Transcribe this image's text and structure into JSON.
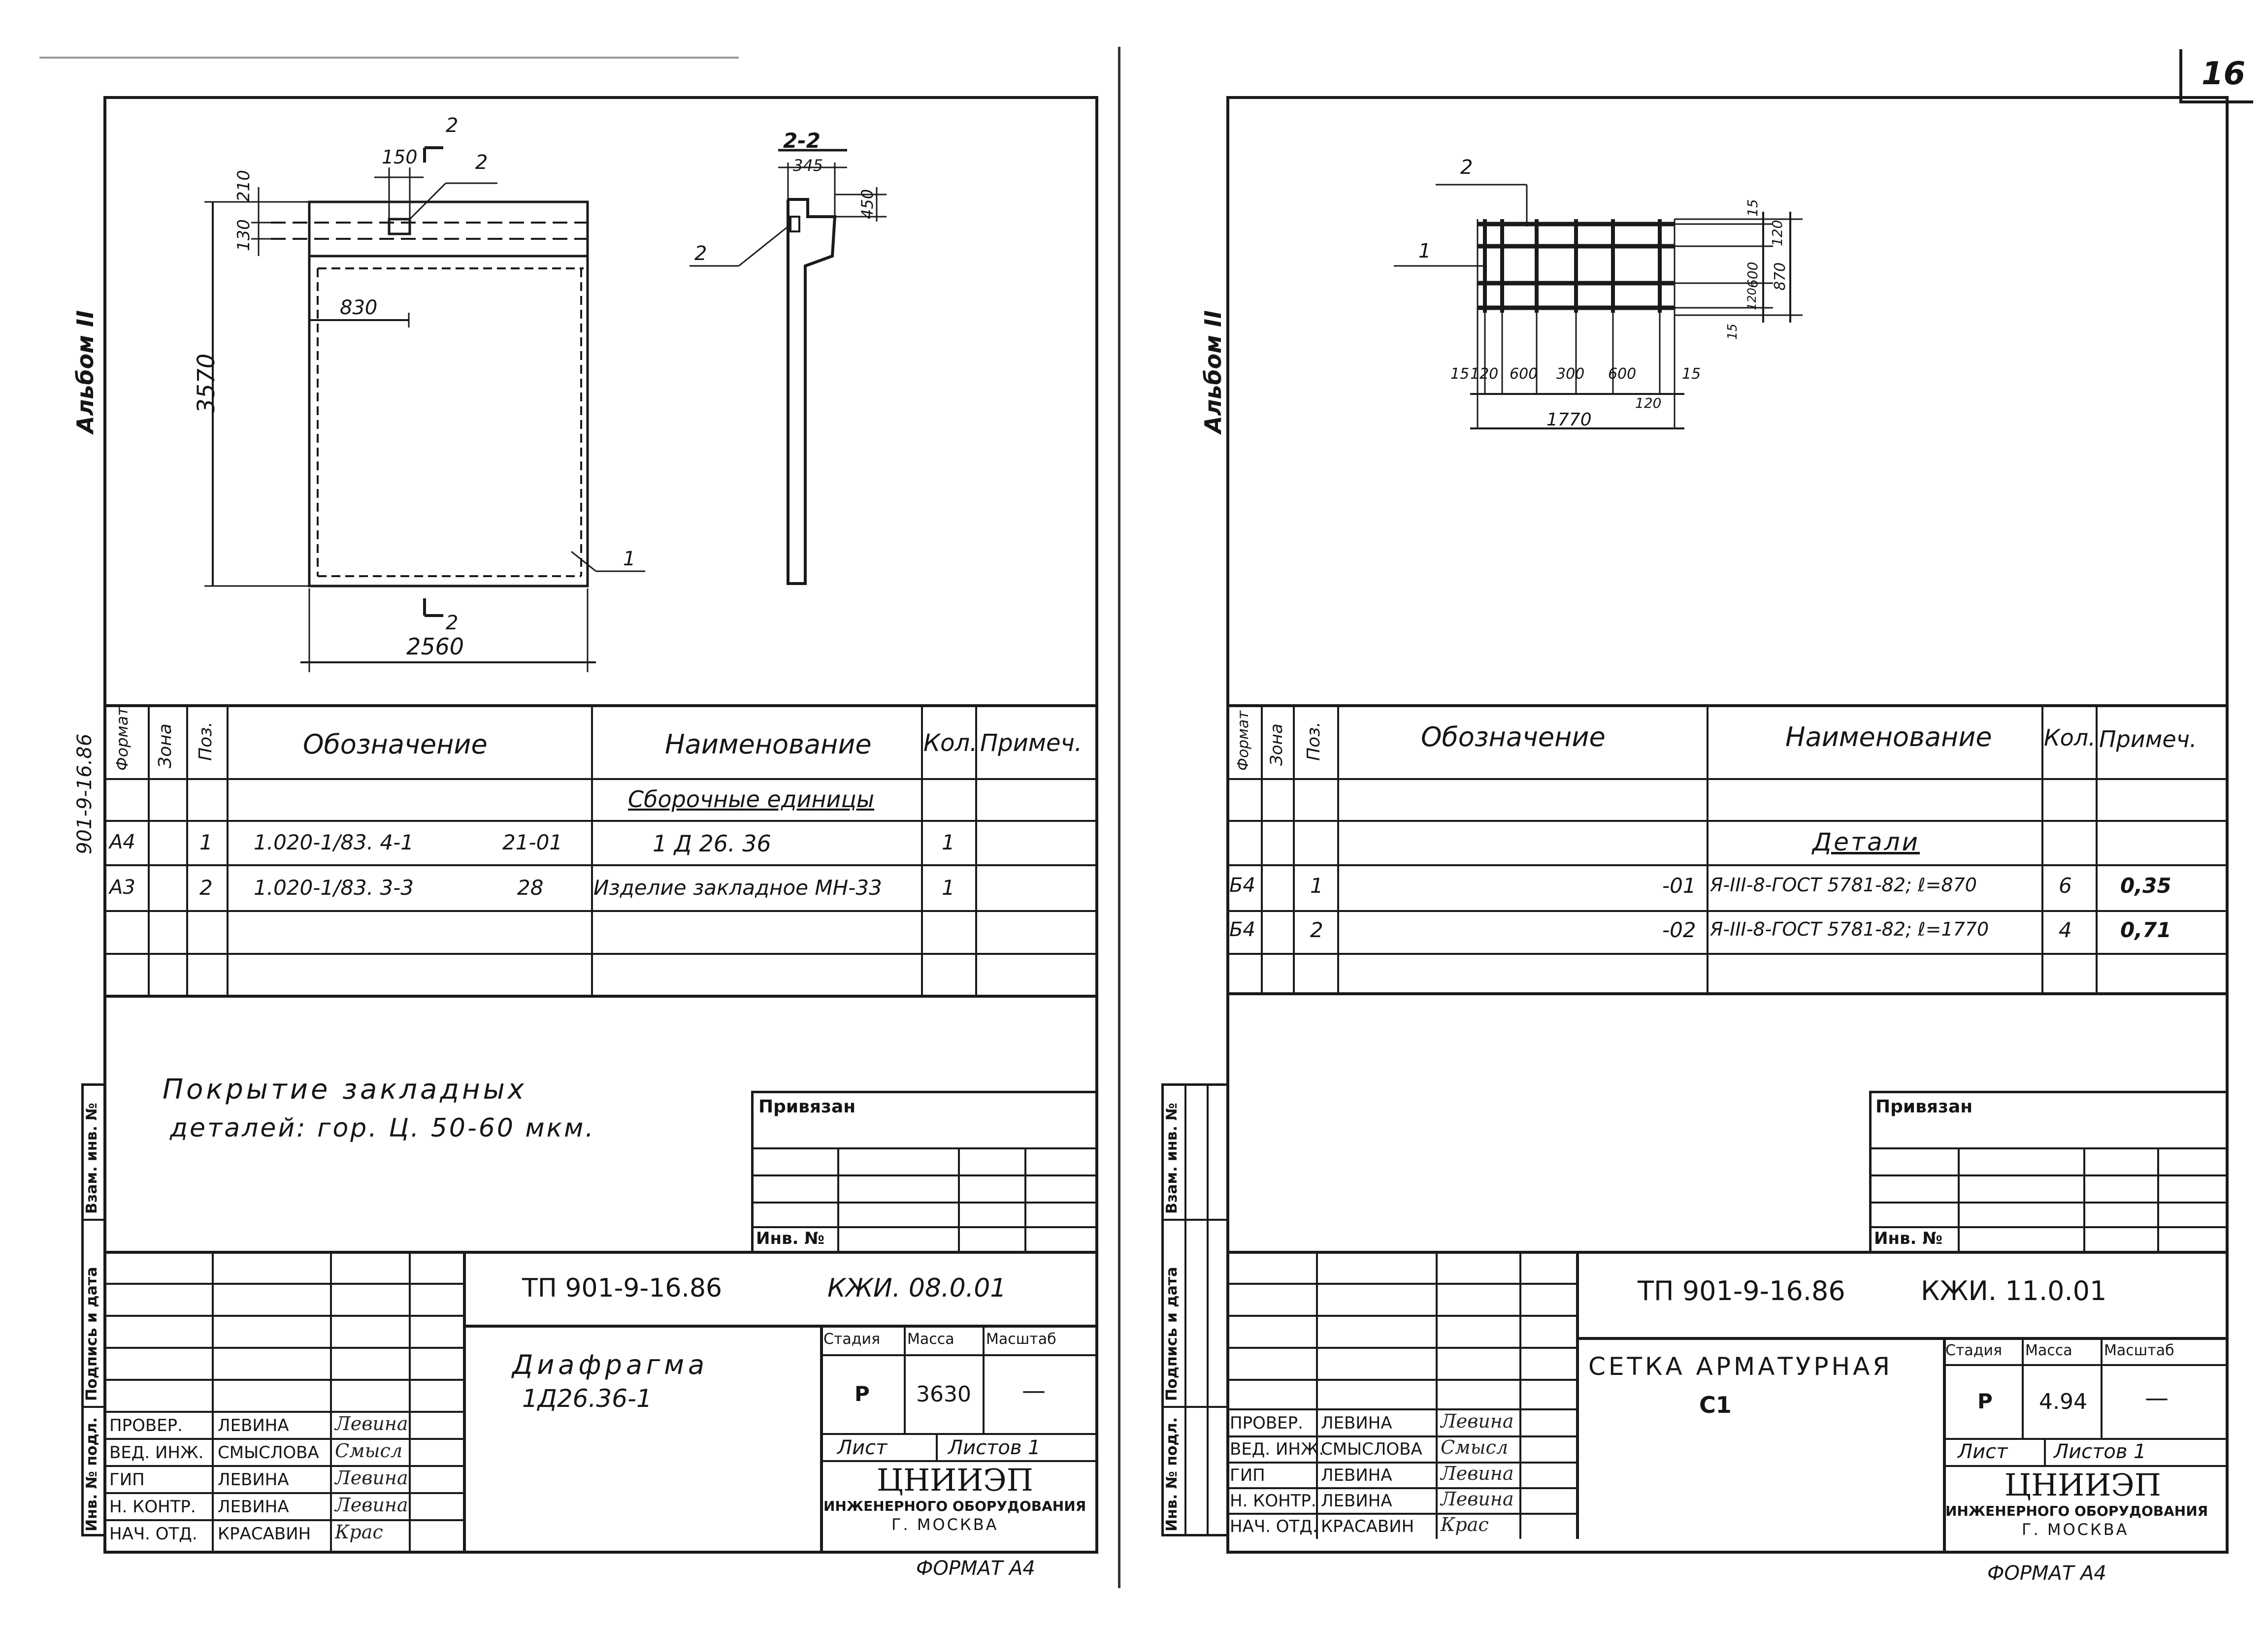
{
  "page_number": "16",
  "left_sheet": {
    "side_label": "Альбом II",
    "side_code": "901-9-16.86",
    "side_boxes": [
      "Инв. № подл.",
      "Подпись и дата",
      "Взам. инв. №"
    ],
    "drawing": {
      "section_mark": "2",
      "section_title": "2-2",
      "dims": {
        "d150": "150",
        "d210": "210",
        "d130": "130",
        "d830": "830",
        "d3570": "3570",
        "d2560": "2560",
        "d345": "345",
        "d450": "450"
      },
      "callouts": [
        "1",
        "2",
        "2"
      ]
    },
    "spec": {
      "headers": [
        "Формат",
        "Зона",
        "Поз.",
        "Обозначение",
        "Наименование",
        "Кол.",
        "Примеч."
      ],
      "section_title": "Сборочные единицы",
      "rows": [
        {
          "format": "А4",
          "zone": "",
          "pos": "1",
          "designation": "1.020-1/83. 4-1",
          "designation_suffix": "21-01",
          "name": "1 Д 26. 36",
          "qty": "1",
          "note": ""
        },
        {
          "format": "А3",
          "zone": "",
          "pos": "2",
          "designation": "1.020-1/83. 3-3",
          "designation_suffix": "28",
          "name": "Изделие закладное МН-33",
          "qty": "1",
          "note": ""
        }
      ]
    },
    "note_line1": "Покрытие закладных",
    "note_line2": "деталей: гор. Ц. 50-60 мкм.",
    "title_block": {
      "privyazan": "Привязан",
      "inv_no": "Инв. №",
      "project": "ТП 901-9-16.86",
      "code": "КЖИ. 08.0.01",
      "title_line1": "Диафрагма",
      "title_line2": "1Д26.36-1",
      "stage_label": "Стадия",
      "mass_label": "Масса",
      "scale_label": "Масштаб",
      "stage": "Р",
      "mass": "3630",
      "scale": "—",
      "sheet_label": "Лист",
      "sheets_label": "Листов 1",
      "org_name": "ЦНИИЭП",
      "org_line2": "инженерного оборудования",
      "org_city": "г. Москва",
      "roles": [
        {
          "role": "Провер.",
          "name": "Левина",
          "signature": "Левина"
        },
        {
          "role": "Вед. инж.",
          "name": "Смыслова",
          "signature": "Смысл"
        },
        {
          "role": "ГИП",
          "name": "Левина",
          "signature": "Левина"
        },
        {
          "role": "Н. контр.",
          "name": "Левина",
          "signature": "Левина"
        },
        {
          "role": "Нач. отд.",
          "name": "Красавин",
          "signature": "Крас"
        }
      ],
      "format": "Формат А4"
    }
  },
  "right_sheet": {
    "side_label": "Альбом II",
    "side_boxes": [
      "Инв. № подл.",
      "Подпись и дата",
      "Взам. инв. №"
    ],
    "drawing": {
      "callouts": [
        "1",
        "2"
      ],
      "dims_bottom": [
        "15",
        "120",
        "600",
        "300",
        "600",
        "120",
        "15"
      ],
      "overall_width": "1770",
      "dims_right": [
        "15",
        "120",
        "600",
        "120",
        "15"
      ],
      "overall_height": "870"
    },
    "spec": {
      "headers": [
        "Формат",
        "Зона",
        "Поз.",
        "Обозначение",
        "Наименование",
        "Кол.",
        "Примеч."
      ],
      "section_title": "Детали",
      "rows": [
        {
          "format": "Б4",
          "zone": "",
          "pos": "1",
          "designation": "-01",
          "name": "Я-III-8-ГОСТ 5781-82; ℓ=870",
          "qty": "6",
          "note": "0,35"
        },
        {
          "format": "Б4",
          "zone": "",
          "pos": "2",
          "designation": "-02",
          "name": "Я-III-8-ГОСТ 5781-82; ℓ=1770",
          "qty": "4",
          "note": "0,71"
        }
      ]
    },
    "title_block": {
      "privyazan": "Привязан",
      "inv_no": "Инв. №",
      "project": "ТП 901-9-16.86",
      "code": "КЖИ. 11.0.01",
      "title_line1": "Сетка арматурная",
      "title_line2": "С1",
      "stage_label": "Стадия",
      "mass_label": "Масса",
      "scale_label": "Масштаб",
      "stage": "Р",
      "mass": "4.94",
      "scale": "—",
      "sheet_label": "Лист",
      "sheets_label": "Листов 1",
      "org_name": "ЦНИИЭП",
      "org_line2": "инженерного оборудования",
      "org_city": "г. Москва",
      "roles": [
        {
          "role": "Провер.",
          "name": "Левина",
          "signature": "Левина"
        },
        {
          "role": "Вед. инж.",
          "name": "Смыслова",
          "signature": "Смысл"
        },
        {
          "role": "ГИП",
          "name": "Левина",
          "signature": "Левина"
        },
        {
          "role": "Н. контр.",
          "name": "Левина",
          "signature": "Левина"
        },
        {
          "role": "Нач. отд.",
          "name": "Красавин",
          "signature": "Крас"
        }
      ],
      "format": "Формат А4"
    }
  }
}
